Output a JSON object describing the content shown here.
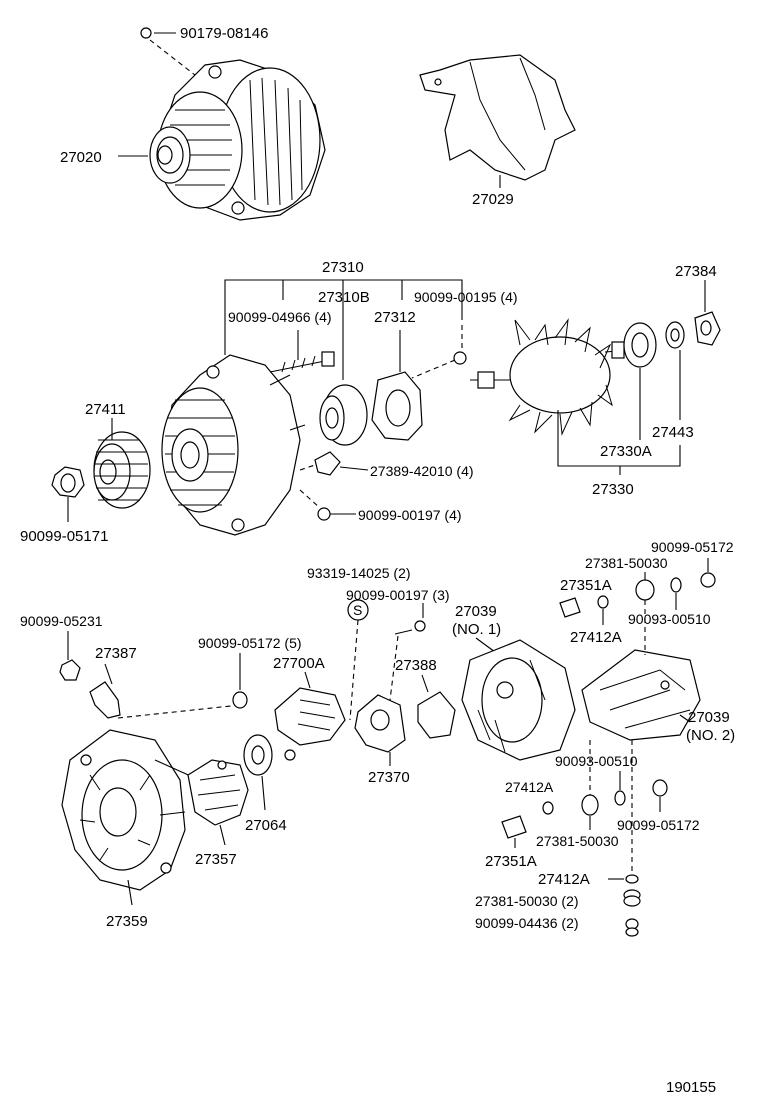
{
  "diagram_id": "190155",
  "labels": {
    "p90179_08146": "90179-08146",
    "p27020": "27020",
    "p27029": "27029",
    "p27310": "27310",
    "p27310B": "27310B",
    "p90099_00195": "90099-00195 (4)",
    "p90099_04966": "90099-04966 (4)",
    "p27312": "27312",
    "p27384": "27384",
    "p27411": "27411",
    "p27443": "27443",
    "p27330A": "27330A",
    "p27389_42010": "27389-42010 (4)",
    "p27330": "27330",
    "p90099_00197_4": "90099-00197 (4)",
    "p90099_05171": "90099-05171",
    "p93319_14025": "93319-14025 (2)",
    "s_mark": "S",
    "p90099_00197_3": "90099-00197 (3)",
    "p27039_no1_a": "27039",
    "p27039_no1_b": "(NO. 1)",
    "p27351A_top": "27351A",
    "p27381_50030_top": "27381-50030",
    "p90099_05172_top": "90099-05172",
    "p90093_00510_top": "90093-00510",
    "p27412A_top": "27412A",
    "p90099_05231": "90099-05231",
    "p27387": "27387",
    "p90099_05172_5": "90099-05172 (5)",
    "p27700A": "27700A",
    "p27388": "27388",
    "p27039_no2_a": "27039",
    "p27039_no2_b": "(NO. 2)",
    "p27370": "27370",
    "p90093_00510_mid": "90093-00510",
    "p27412A_mid": "27412A",
    "p90099_05172_mid": "90099-05172",
    "p27064": "27064",
    "p27381_50030_mid": "27381-50030",
    "p27357": "27357",
    "p27351A_bot": "27351A",
    "p27412A_bot": "27412A",
    "p27381_50030_2": "27381-50030 (2)",
    "p27359": "27359",
    "p90099_04436_2": "90099-04436 (2)"
  }
}
